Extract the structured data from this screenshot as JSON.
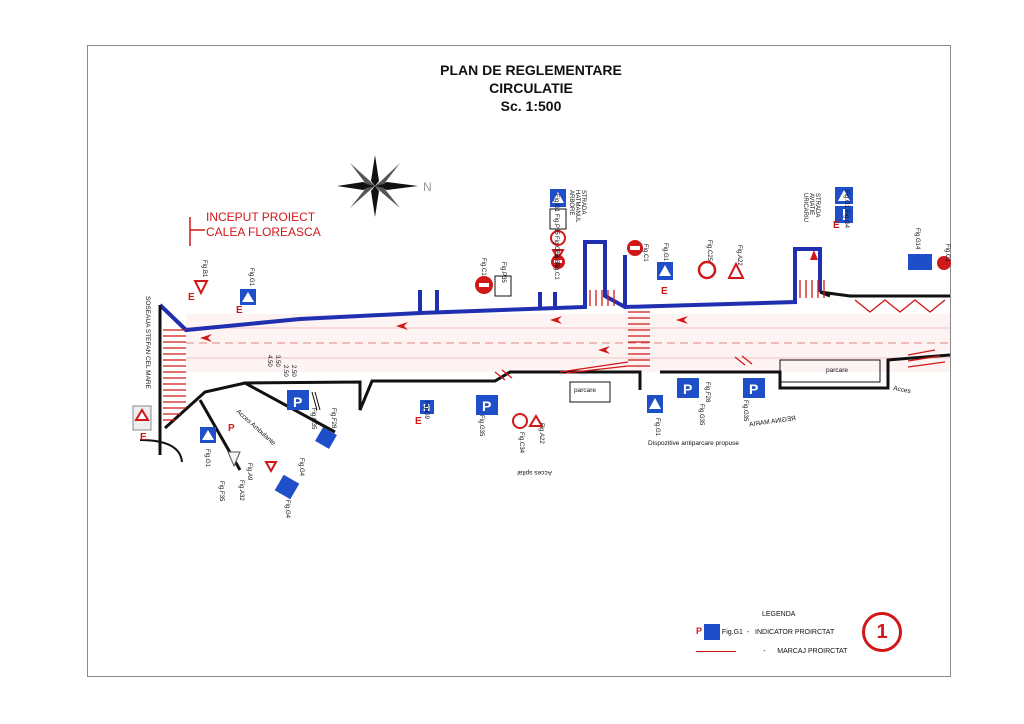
{
  "title": {
    "line1": "PLAN DE REGLEMENTARE",
    "line2": "CIRCULATIE",
    "scale": "Sc. 1:500"
  },
  "compass": {
    "north_letter": "N"
  },
  "start_marker": {
    "line1": "INCEPUT PROIECT",
    "line2": "CALEA FLOREASCA"
  },
  "streets": {
    "left_boulevard": "SOSEAUA STEFAN CEL MARE",
    "hatmanul": "STRADA\nHATMANUL ARBORE",
    "avionic": "STRADA\nAVIATIE URICARIU",
    "regina_maria": "REGINA MARIA",
    "acces_ambulante": "Acces Ambulante",
    "acces_spital": "Acces spital",
    "acces_right": "Acces",
    "parcare_1": "parcare",
    "parcare_2": "parcare",
    "dispozitive": "Dispozitive antiparcare propuse",
    "lane_widths": [
      "4.50",
      "3.50",
      "2.50",
      "2.50"
    ]
  },
  "signs": [
    {
      "code": "Fig.B1"
    },
    {
      "code": "Fig.G1"
    },
    {
      "code": "Fig.G1"
    },
    {
      "code": "Fig.F35"
    },
    {
      "code": "Fig.A9"
    },
    {
      "code": "Fig.A32"
    },
    {
      "code": "Fig.G4"
    },
    {
      "code": "Fig.G4"
    },
    {
      "code": "Fig.G35"
    },
    {
      "code": "Fig.F28"
    },
    {
      "code": "Fig.G9"
    },
    {
      "code": "Fig.G35"
    },
    {
      "code": "Fig.C34"
    },
    {
      "code": "Fig.A22"
    },
    {
      "code": "Fig.C1"
    },
    {
      "code": "Fig.P35"
    },
    {
      "code": "Fig.G1"
    },
    {
      "code": "Fig.P35"
    },
    {
      "code": "Fig.C25"
    },
    {
      "code": "Fig.B1"
    },
    {
      "code": "Fig.C1"
    },
    {
      "code": "Fig.C1"
    },
    {
      "code": "Fig.G1"
    },
    {
      "code": "Fig.C25"
    },
    {
      "code": "Fig.A22"
    },
    {
      "code": "Fig.G1"
    },
    {
      "code": "Fig.G4"
    },
    {
      "code": "Fig.G14"
    },
    {
      "code": "Fig.C1"
    },
    {
      "code": "Fig.G1"
    },
    {
      "code": "Fig.G35"
    },
    {
      "code": "Fig.F28"
    },
    {
      "code": "Fig.G35"
    }
  ],
  "legend": {
    "title": "LEGENDA",
    "row1_code": "Fig.G1",
    "row1_dash": "-",
    "row1_text": "INDICATOR PROIRCTAT",
    "row2_dash": "-",
    "row2_text": "MARCAJ PROIRCTAT",
    "sheet_number": "1"
  },
  "colors": {
    "road_edge": "#111111",
    "project_line": "#1f2fb0",
    "marking": "#d01818",
    "sign_blue": "#1f4fc8",
    "sheet_border": "#8a8a8a"
  }
}
